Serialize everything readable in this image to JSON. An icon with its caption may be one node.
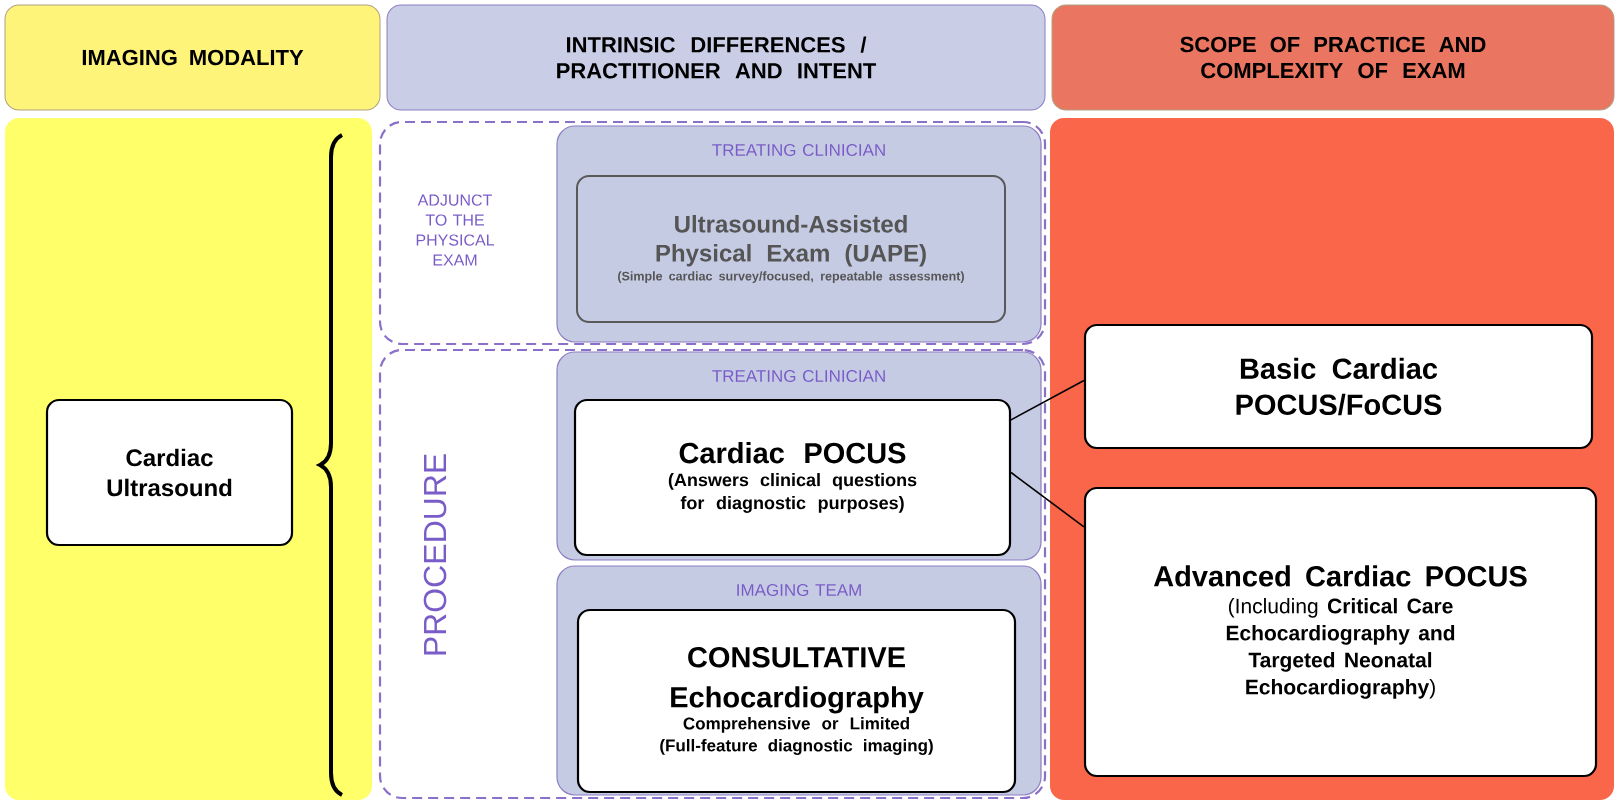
{
  "diagram": {
    "nodes": [
      {
        "text": [
          "IMAGING MODALITY"
        ]
      },
      {
        "text": [
          "INTRINSIC DIFFERENCES / PRACTITIONER AND INTENT"
        ]
      },
      {
        "text": [
          "SCOPE OF PRACTICE AND COMPLEXITY OF EXAM"
        ]
      },
      {
        "text": [
          "Cardiac Ultrasound"
        ]
      },
      {
        "text": [
          "ADJUNCT TO THE PHYSICAL EXAM"
        ]
      },
      {
        "text": [
          "PROCEDURE"
        ]
      },
      {
        "text": [
          "TREATING CLINICIAN"
        ],
        "in": 4
      },
      {
        "text": [
          "Ultrasound-Assisted Physical Exam (UAPE)",
          "(Simple cardiac survey/focused, repeatable assessment)"
        ],
        "in": 6
      },
      {
        "text": [
          "TREATING CLINICIAN"
        ],
        "in": 5
      },
      {
        "text": [
          "Cardiac POCUS",
          "(Answers clinical questions for diagnostic purposes)"
        ],
        "in": 8
      },
      {
        "text": [
          "IMAGING TEAM"
        ],
        "in": 5
      },
      {
        "text": [
          "CONSULTATIVE Echocardiography",
          "Comprehensive or Limited",
          "(Full-feature diagnostic imaging)"
        ],
        "in": 10
      },
      {
        "text": [
          "Basic Cardiac POCUS/FoCUS"
        ]
      },
      {
        "text": [
          "Advanced Cardiac POCUS",
          "(Including **Critical Care Echocardiography and Targeted Neonatal Echocardiography**)"
        ]
      }
    ],
    "edges": [
      {
        "from": 9,
        "to": 12,
        "arrow": "none"
      },
      {
        "from": 9,
        "to": 13,
        "arrow": "none"
      }
    ]
  }
}
